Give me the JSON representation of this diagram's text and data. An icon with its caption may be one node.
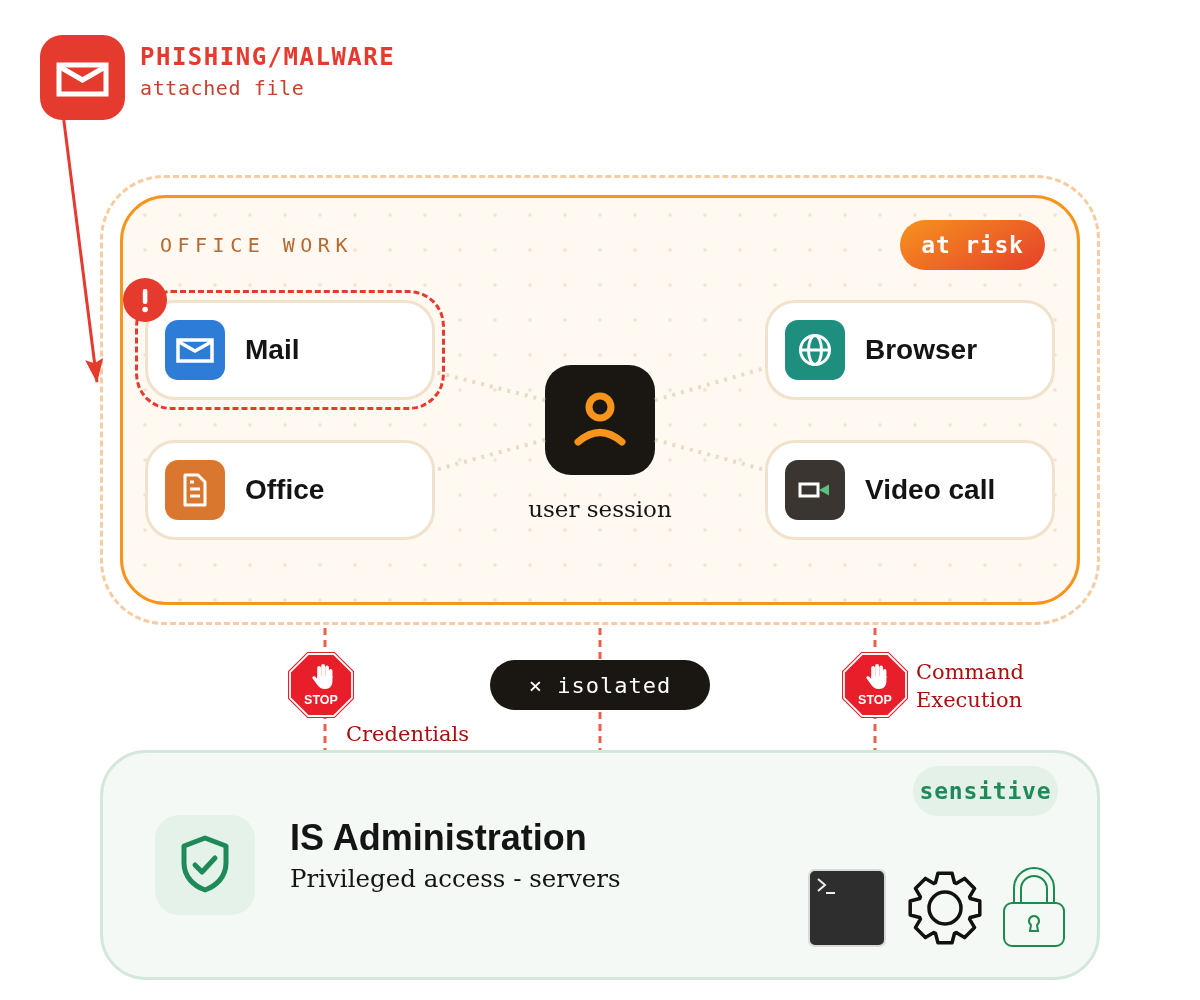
{
  "diagram": {
    "nodes": [
      {
        "text": [],
        "shape": "picture",
        "beside": [
          "PHISHING/MALWARE",
          "attached file"
        ]
      },
      {
        "text": [],
        "shape": "box"
      },
      {
        "text": [
          "OFFICE WORK"
        ],
        "in": 1
      },
      {
        "text": [
          "at risk"
        ],
        "in": 2
      },
      {
        "text": [
          "Mail"
        ],
        "in": 2
      },
      {
        "text": [
          "Browser"
        ],
        "in": 2
      },
      {
        "text": [],
        "shape": "person",
        "in": 2,
        "beside": [
          "user session"
        ]
      },
      {
        "text": [
          "Office"
        ],
        "in": 2
      },
      {
        "text": [
          "Video call"
        ],
        "in": 2
      },
      {
        "text": [
          "IS Administration",
          "Privileged access - servers"
        ]
      },
      {
        "text": [
          "sensitive"
        ],
        "in": 9
      }
    ],
    "edges": [
      {
        "from": 0,
        "to": 1,
        "arrow": "to",
        "color": "#e53a2e"
      },
      {
        "from": 6,
        "to": 4,
        "arrow": "none",
        "style": "dashed"
      },
      {
        "from": 6,
        "to": 7,
        "arrow": "none",
        "style": "dashed"
      },
      {
        "from": 6,
        "to": 5,
        "arrow": "none",
        "style": "dashed"
      },
      {
        "from": 6,
        "to": 8,
        "arrow": "none",
        "style": "dashed"
      },
      {
        "from": 1,
        "to": 9,
        "arrow": "none",
        "style": "dashed",
        "color": "#e8604a",
        "label": "Credentials"
      },
      {
        "from": 1,
        "to": 9,
        "arrow": "none",
        "style": "dashed",
        "color": "#e8604a",
        "label": "× isolated"
      },
      {
        "from": 1,
        "to": 9,
        "arrow": "none",
        "style": "dashed",
        "color": "#e8604a",
        "label": "Command Execution"
      }
    ],
    "labels": [
      "STOP",
      "STOP"
    ]
  }
}
